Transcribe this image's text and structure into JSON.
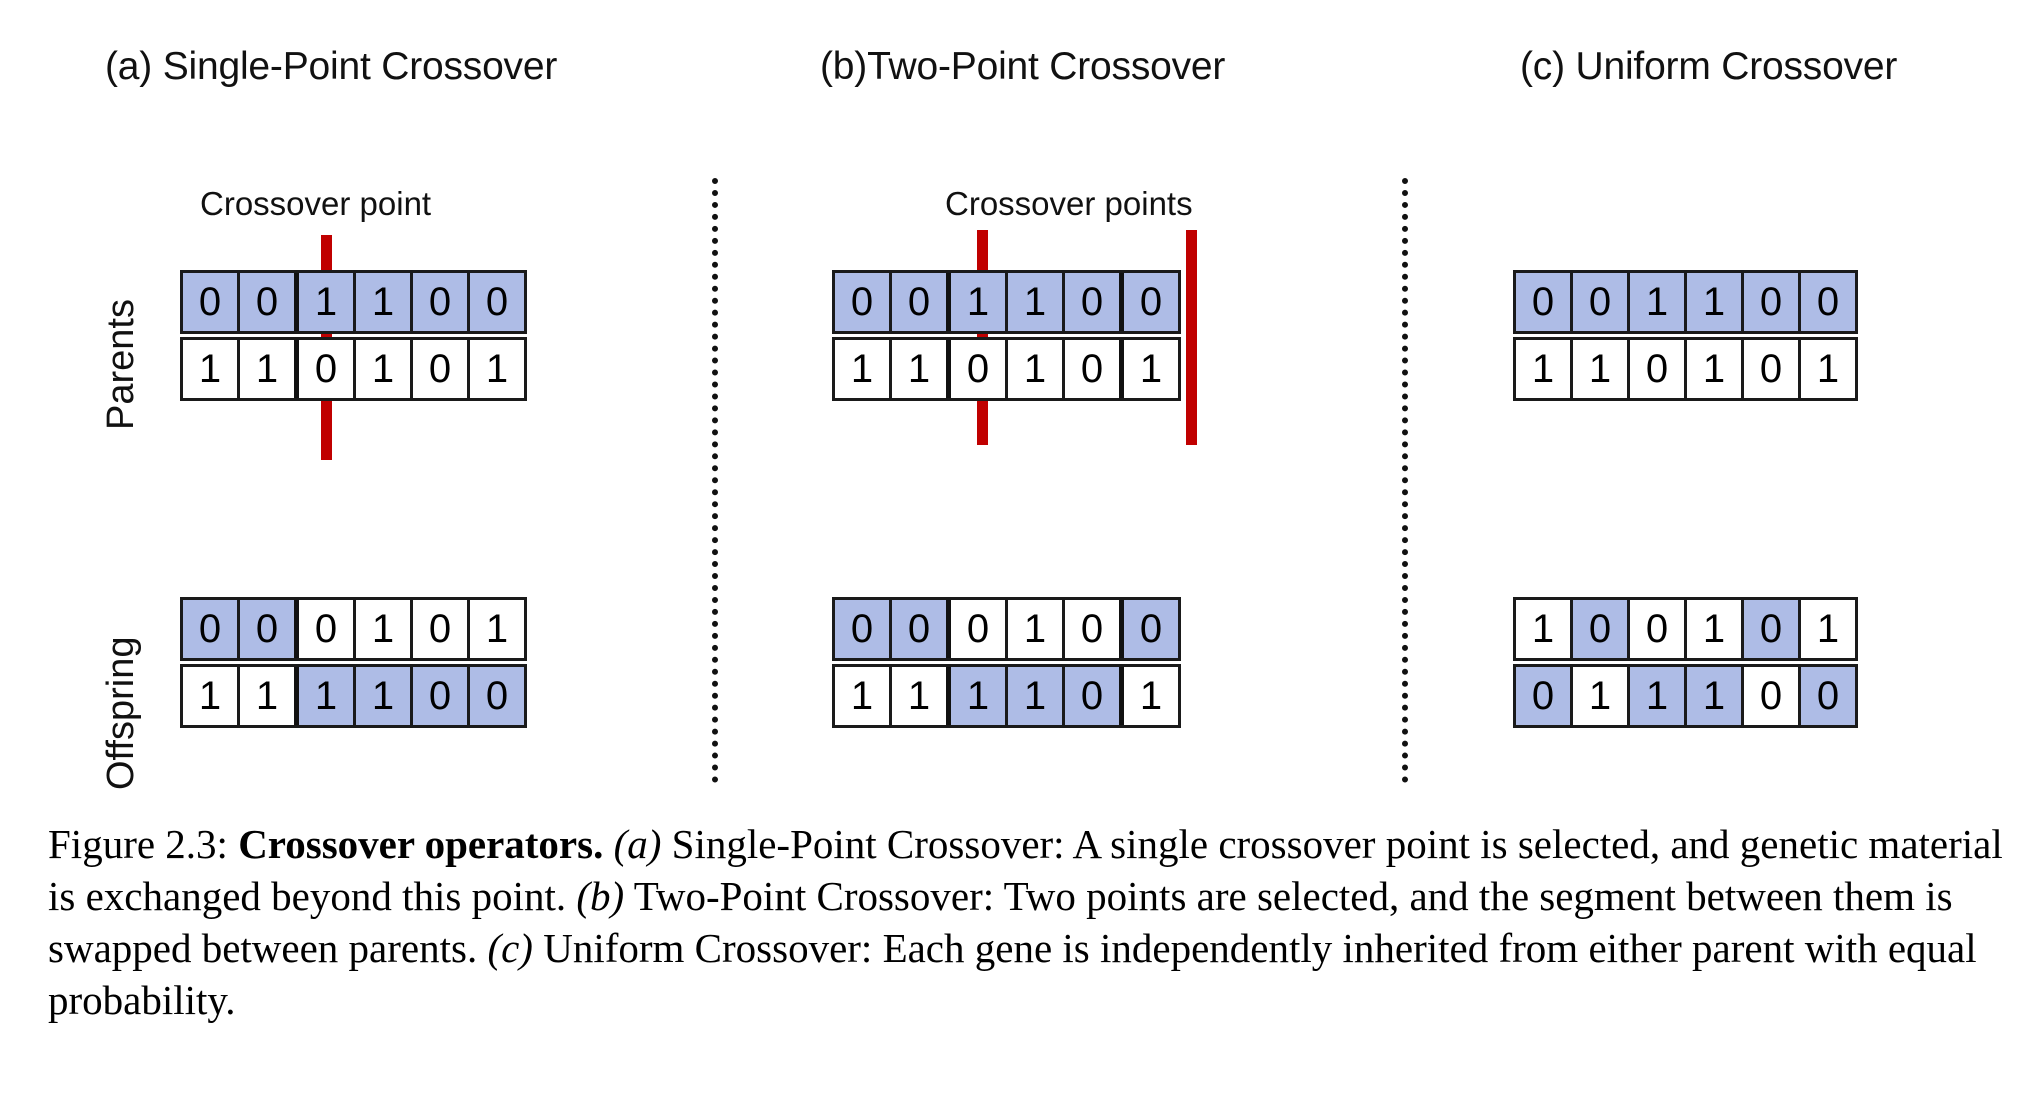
{
  "figure": {
    "panels": [
      {
        "id": "single-point",
        "title": "(a) Single-Point Crossover",
        "crossover_label": "Crossover point",
        "crossover_points": [
          2
        ],
        "rows": {
          "parents": [
            {
              "name": "parent-1",
              "bits": [
                "0",
                "0",
                "1",
                "1",
                "0",
                "0"
              ],
              "shaded": [
                true,
                true,
                true,
                true,
                true,
                true
              ]
            },
            {
              "name": "parent-2",
              "bits": [
                "1",
                "1",
                "0",
                "1",
                "0",
                "1"
              ],
              "shaded": [
                false,
                false,
                false,
                false,
                false,
                false
              ]
            }
          ],
          "offspring": [
            {
              "name": "offspring-1",
              "bits": [
                "0",
                "0",
                "0",
                "1",
                "0",
                "1"
              ],
              "shaded": [
                true,
                true,
                false,
                false,
                false,
                false
              ]
            },
            {
              "name": "offspring-2",
              "bits": [
                "1",
                "1",
                "1",
                "1",
                "0",
                "0"
              ],
              "shaded": [
                false,
                false,
                true,
                true,
                true,
                true
              ]
            }
          ]
        }
      },
      {
        "id": "two-point",
        "title": "(b)Two-Point Crossover",
        "crossover_label": "Crossover points",
        "crossover_points": [
          2,
          5
        ],
        "rows": {
          "parents": [
            {
              "name": "parent-1",
              "bits": [
                "0",
                "0",
                "1",
                "1",
                "0",
                "0"
              ],
              "shaded": [
                true,
                true,
                true,
                true,
                true,
                true
              ]
            },
            {
              "name": "parent-2",
              "bits": [
                "1",
                "1",
                "0",
                "1",
                "0",
                "1"
              ],
              "shaded": [
                false,
                false,
                false,
                false,
                false,
                false
              ]
            }
          ],
          "offspring": [
            {
              "name": "offspring-1",
              "bits": [
                "0",
                "0",
                "0",
                "1",
                "0",
                "0"
              ],
              "shaded": [
                true,
                true,
                false,
                false,
                false,
                true
              ]
            },
            {
              "name": "offspring-2",
              "bits": [
                "1",
                "1",
                "1",
                "1",
                "0",
                "1"
              ],
              "shaded": [
                false,
                false,
                true,
                true,
                true,
                false
              ]
            }
          ]
        }
      },
      {
        "id": "uniform",
        "title": "(c) Uniform Crossover",
        "crossover_label": "",
        "crossover_points": [],
        "rows": {
          "parents": [
            {
              "name": "parent-1",
              "bits": [
                "0",
                "0",
                "1",
                "1",
                "0",
                "0"
              ],
              "shaded": [
                true,
                true,
                true,
                true,
                true,
                true
              ]
            },
            {
              "name": "parent-2",
              "bits": [
                "1",
                "1",
                "0",
                "1",
                "0",
                "1"
              ],
              "shaded": [
                false,
                false,
                false,
                false,
                false,
                false
              ]
            }
          ],
          "offspring": [
            {
              "name": "offspring-1",
              "bits": [
                "1",
                "0",
                "0",
                "1",
                "0",
                "1"
              ],
              "shaded": [
                false,
                true,
                false,
                false,
                true,
                false
              ]
            },
            {
              "name": "offspring-2",
              "bits": [
                "0",
                "1",
                "1",
                "1",
                "0",
                "0"
              ],
              "shaded": [
                true,
                false,
                true,
                true,
                false,
                true
              ]
            }
          ]
        }
      }
    ],
    "side_labels": {
      "parents": "Parents",
      "offspring": "Offspring"
    },
    "colors": {
      "shaded_cell": "#aebce6",
      "plain_cell": "#ffffff",
      "cell_border": "#1a1a1a",
      "crossover_line": "#c00000",
      "text": "#111111"
    }
  },
  "caption": {
    "figure_number": "Figure 2.3:",
    "bold_title": "Crossover operators.",
    "part_a_marker": "(a)",
    "part_a_text": "Single-Point Crossover: A single crossover point is selected, and genetic material is exchanged beyond this point.",
    "part_b_marker": "(b)",
    "part_b_text": "Two-Point Crossover: Two points are selected, and the segment between them is swapped between parents.",
    "part_c_marker": "(c)",
    "part_c_text": "Uniform Crossover: Each gene is independently inherited from either parent with equal probability."
  }
}
